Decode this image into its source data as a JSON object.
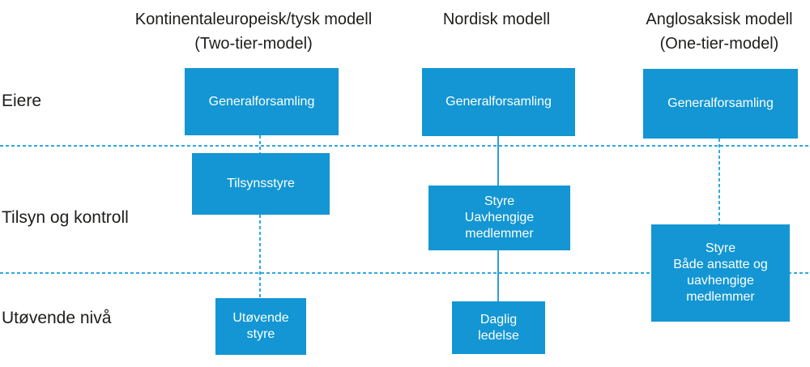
{
  "figure": {
    "columns": [
      {
        "title_line1": "Kontinentaleuropeisk/tysk modell",
        "title_line2": "(Two-tier-model)"
      },
      {
        "title_line1": "Nordisk modell",
        "title_line2": ""
      },
      {
        "title_line1": "Anglosaksisk modell",
        "title_line2": "(One-tier-model)"
      }
    ],
    "rows": [
      {
        "label": "Eiere"
      },
      {
        "label": "Tilsyn og kontroll"
      },
      {
        "label": "Utøvende nivå"
      }
    ],
    "boxes": [
      {
        "name": "generalforsamling-continental",
        "label": "Generalforsamling"
      },
      {
        "name": "generalforsamling-nordisk",
        "label": "Generalforsamling"
      },
      {
        "name": "generalforsamling-anglosaksisk",
        "label": "Generalforsamling"
      },
      {
        "name": "tilsynsstyre",
        "label": "Tilsynsstyre"
      },
      {
        "name": "styre-uavhengige-medlemmer",
        "label": "Styre\nUavhengige\nmedlemmer"
      },
      {
        "name": "styre-ansatte-og-uavhengige",
        "label": "Styre\nBåde ansatte og\nuavhengige\nmedlemmer"
      },
      {
        "name": "utovende-styre",
        "label": "Utøvende\nstyre"
      },
      {
        "name": "daglig-ledelse",
        "label": "Daglig\nledelse"
      }
    ],
    "colors": {
      "box_fill": "#1396d3",
      "box_text": "#ffffff",
      "dashed_line": "#2fa9e0",
      "solid_line": "#2d9fd8",
      "heading_text": "#1d1d1b"
    }
  }
}
